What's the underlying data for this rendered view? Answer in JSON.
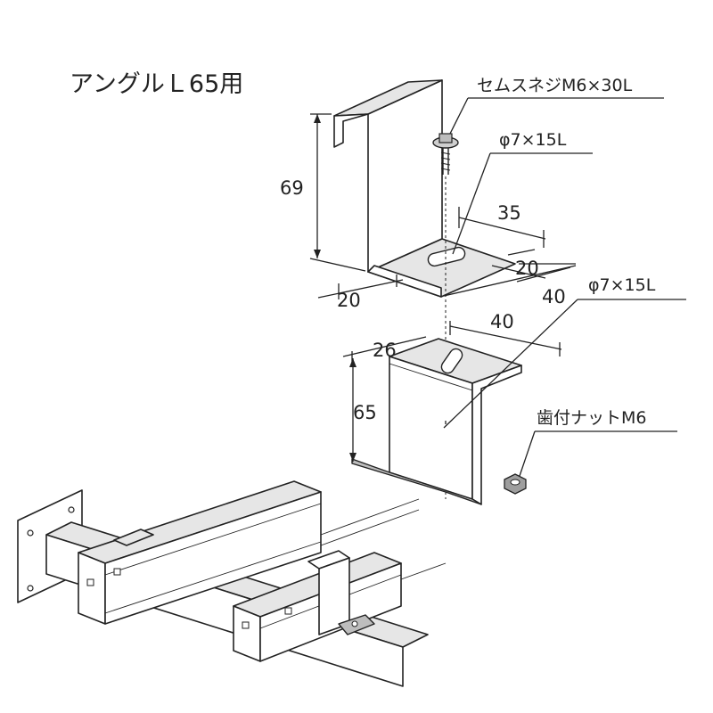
{
  "title": "アングルＬ65用",
  "parts": {
    "screw": "セムスネジM6×30L",
    "slot_upper": "φ7×15L",
    "slot_lower": "φ7×15L",
    "nut": "歯付ナットM6"
  },
  "dimensions": {
    "upper_height": "69",
    "upper_width": "35",
    "upper_flange": "20",
    "upper_depth": "40",
    "upper_lip": "20",
    "lower_depth": "40",
    "lower_width": "26",
    "lower_height": "65"
  },
  "icons": {
    "upper_bracket": "hook-bracket-icon",
    "lower_bracket": "angle-bracket-icon",
    "screw": "screw-icon",
    "nut": "nut-icon",
    "assembly": "rail-assembly-icon"
  }
}
